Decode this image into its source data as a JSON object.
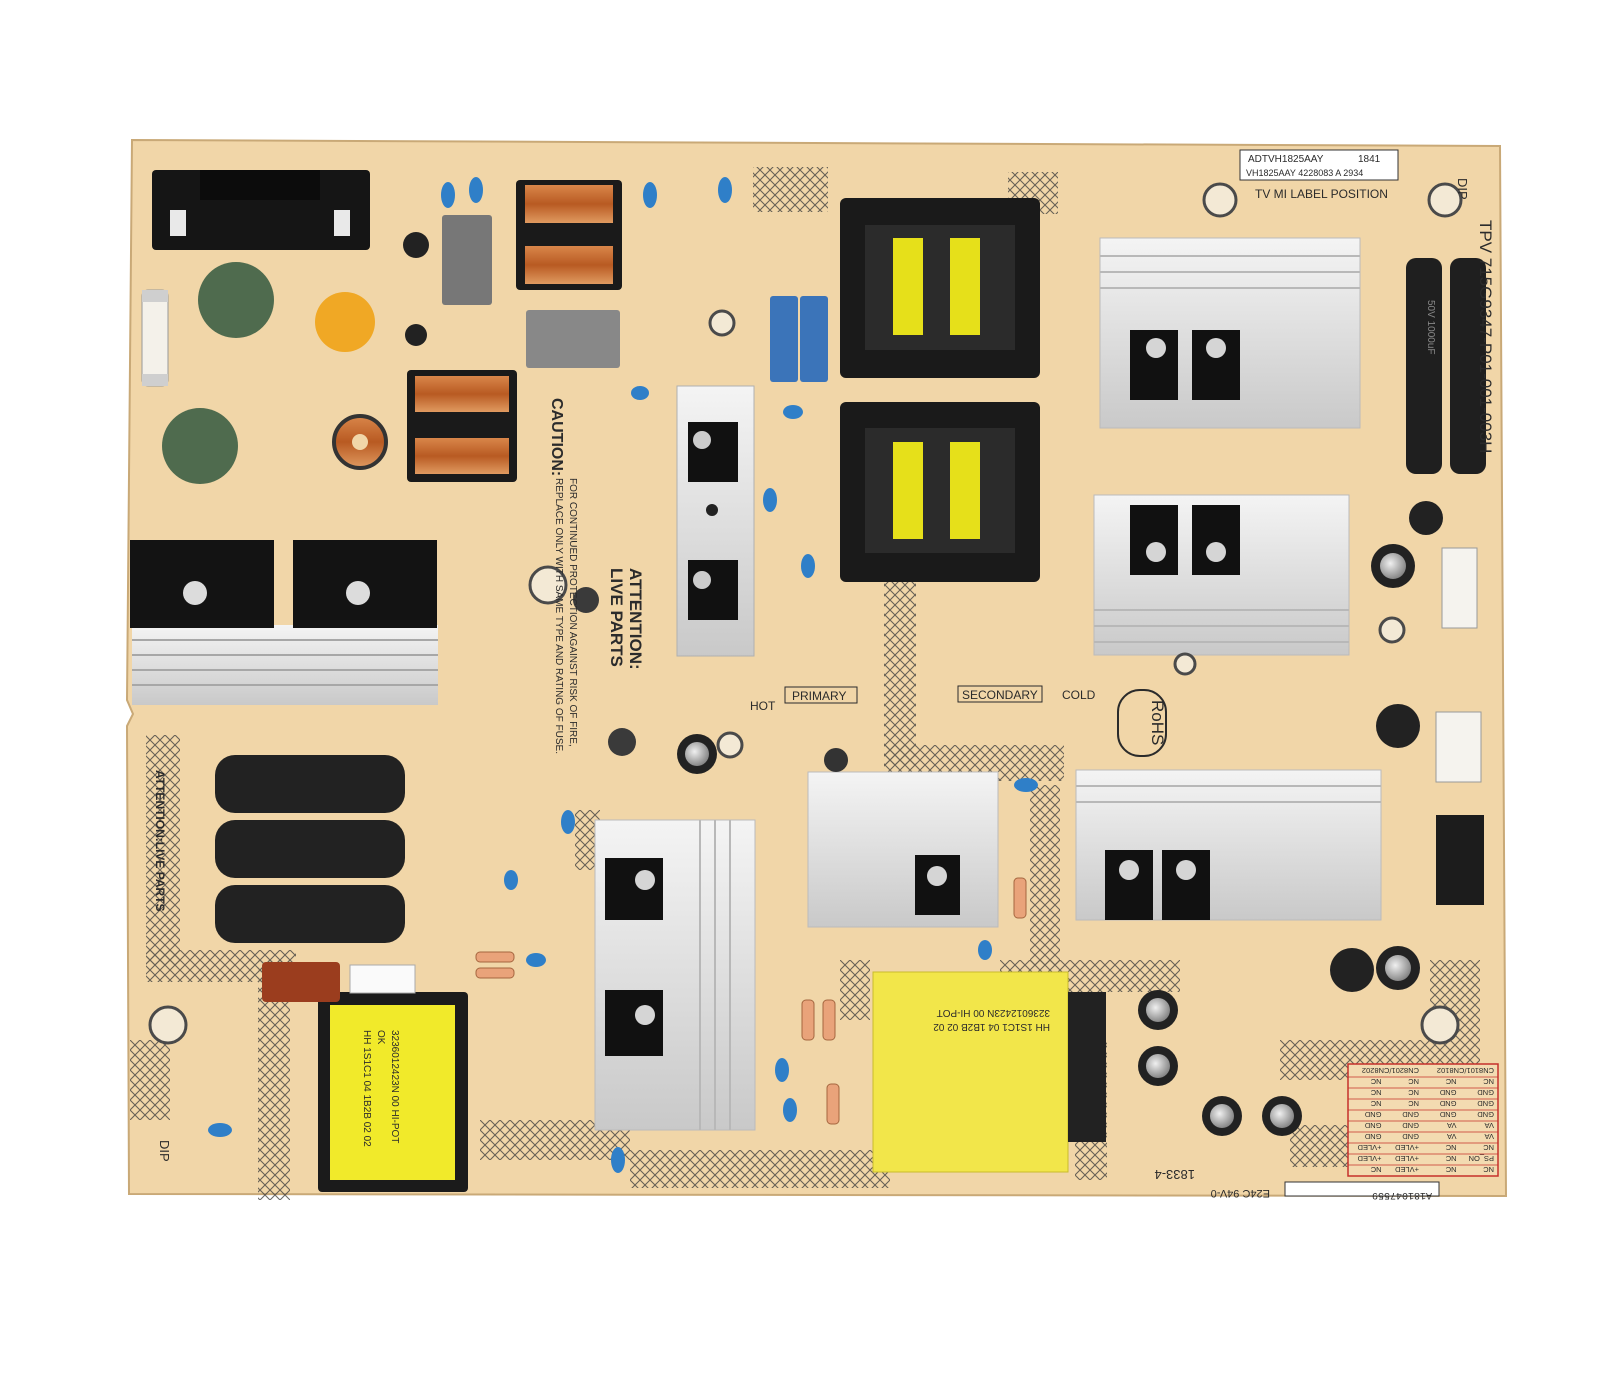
{
  "board": {
    "pcb_color": "#f1d6a8",
    "heatsink_color": "#dcdcdc",
    "transformer_core_color": "#1d1d1d",
    "transformer_window_color": "#e6e01a",
    "capacitor_blue": "#2f7fc8",
    "electrolytic_color": "#222222"
  },
  "labels": {
    "top_label_line1": "ADTVH1825AAY",
    "top_label_code": "1841",
    "top_label_line2": "VH1825AAY 4228083 A 2934",
    "mi_label": "TV MI LABEL POSITION",
    "model_number": "TPV 715G9347-P01-001-003H",
    "caution_title": "CAUTION:",
    "caution_text1": "FOR CONTINUED PROTECTION AGAINST RISK OF FIRE,",
    "caution_text2": "REPLACE ONLY WITH SAME TYPE AND RATING OF FUSE.",
    "attention1": "ATTENTION:",
    "attention2": "LIVE PARTS",
    "attention_side": "ATTENTION:LIVE PARTS",
    "primary": "PRIMARY",
    "hot": "HOT",
    "secondary": "SECONDARY",
    "cold": "COLD",
    "rohs": "RoHS",
    "dip_top": "DIP",
    "dip_bottom": "DIP",
    "date_code": "1833-4",
    "ul_mark": "E24C 94V-0",
    "bottom_serial": "A181047559",
    "transformer_label1": "3236012423N 00 HI-POT",
    "transformer_label2": "OK",
    "transformer_label3": "HH 1S1C1 04 1B2B 02 02",
    "yellow_block_label1": "3236012423N 00 HI-POT",
    "yellow_block_label2": "HH 1S1C1 04 1B2B 02 02",
    "cap_rating": "50V 1000uF"
  },
  "pin_table": {
    "headers": [
      "CN8101/CN8102",
      "CN8201/CN8202"
    ],
    "rows": [
      [
        "NC",
        "NC",
        "+VLED",
        "NC"
      ],
      [
        "PS_ON",
        "NC",
        "+VLED",
        "+VLED"
      ],
      [
        "NC",
        "NC",
        "+VLED",
        "+VLED"
      ],
      [
        "VA",
        "VA",
        "GND",
        "GND"
      ],
      [
        "VA",
        "VA",
        "GND",
        "GND"
      ],
      [
        "GND",
        "GND",
        "GND",
        "GND"
      ],
      [
        "GND",
        "GND",
        "NC",
        "NC"
      ],
      [
        "GND",
        "GND",
        "NC",
        "NC"
      ],
      [
        "NC",
        "NC",
        "NC",
        "NC"
      ]
    ]
  }
}
